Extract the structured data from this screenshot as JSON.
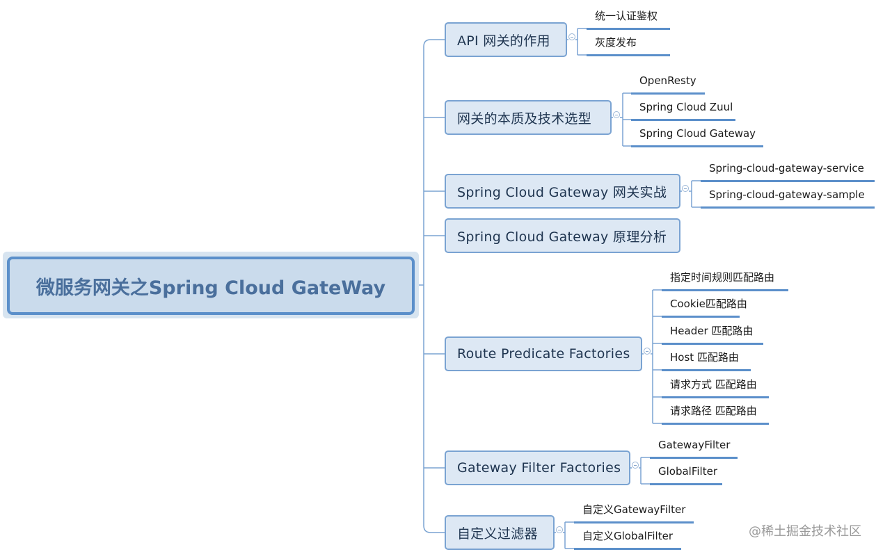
{
  "root": {
    "label": "微服务网关之Spring Cloud GateWay"
  },
  "branches": [
    {
      "label": "API 网关的作用",
      "children": [
        "统一认证鉴权",
        "灰度发布"
      ]
    },
    {
      "label": "网关的本质及技术选型",
      "children": [
        "OpenResty",
        "Spring Cloud Zuul",
        "Spring Cloud Gateway"
      ]
    },
    {
      "label": "Spring Cloud Gateway 网关实战",
      "children": [
        "Spring-cloud-gateway-service",
        "Spring-cloud-gateway-sample"
      ]
    },
    {
      "label": "Spring Cloud Gateway 原理分析",
      "children": []
    },
    {
      "label": "Route Predicate Factories",
      "children": [
        "指定时间规则匹配路由",
        "Cookie匹配路由",
        "Header 匹配路由",
        "Host 匹配路由",
        "请求方式 匹配路由",
        "请求路径 匹配路由"
      ]
    },
    {
      "label": "Gateway Filter Factories",
      "children": [
        "GatewayFilter",
        "GlobalFilter"
      ]
    },
    {
      "label": "自定义过滤器",
      "children": [
        "自定义GatewayFilter",
        "自定义GlobalFilter"
      ]
    }
  ],
  "watermark": "@稀土掘金技术社区",
  "colors": {
    "line": "#5b8fca",
    "node_border": "#7aa3d2",
    "node_fill": "#dde8f4",
    "root_fill": "#cadbec"
  }
}
